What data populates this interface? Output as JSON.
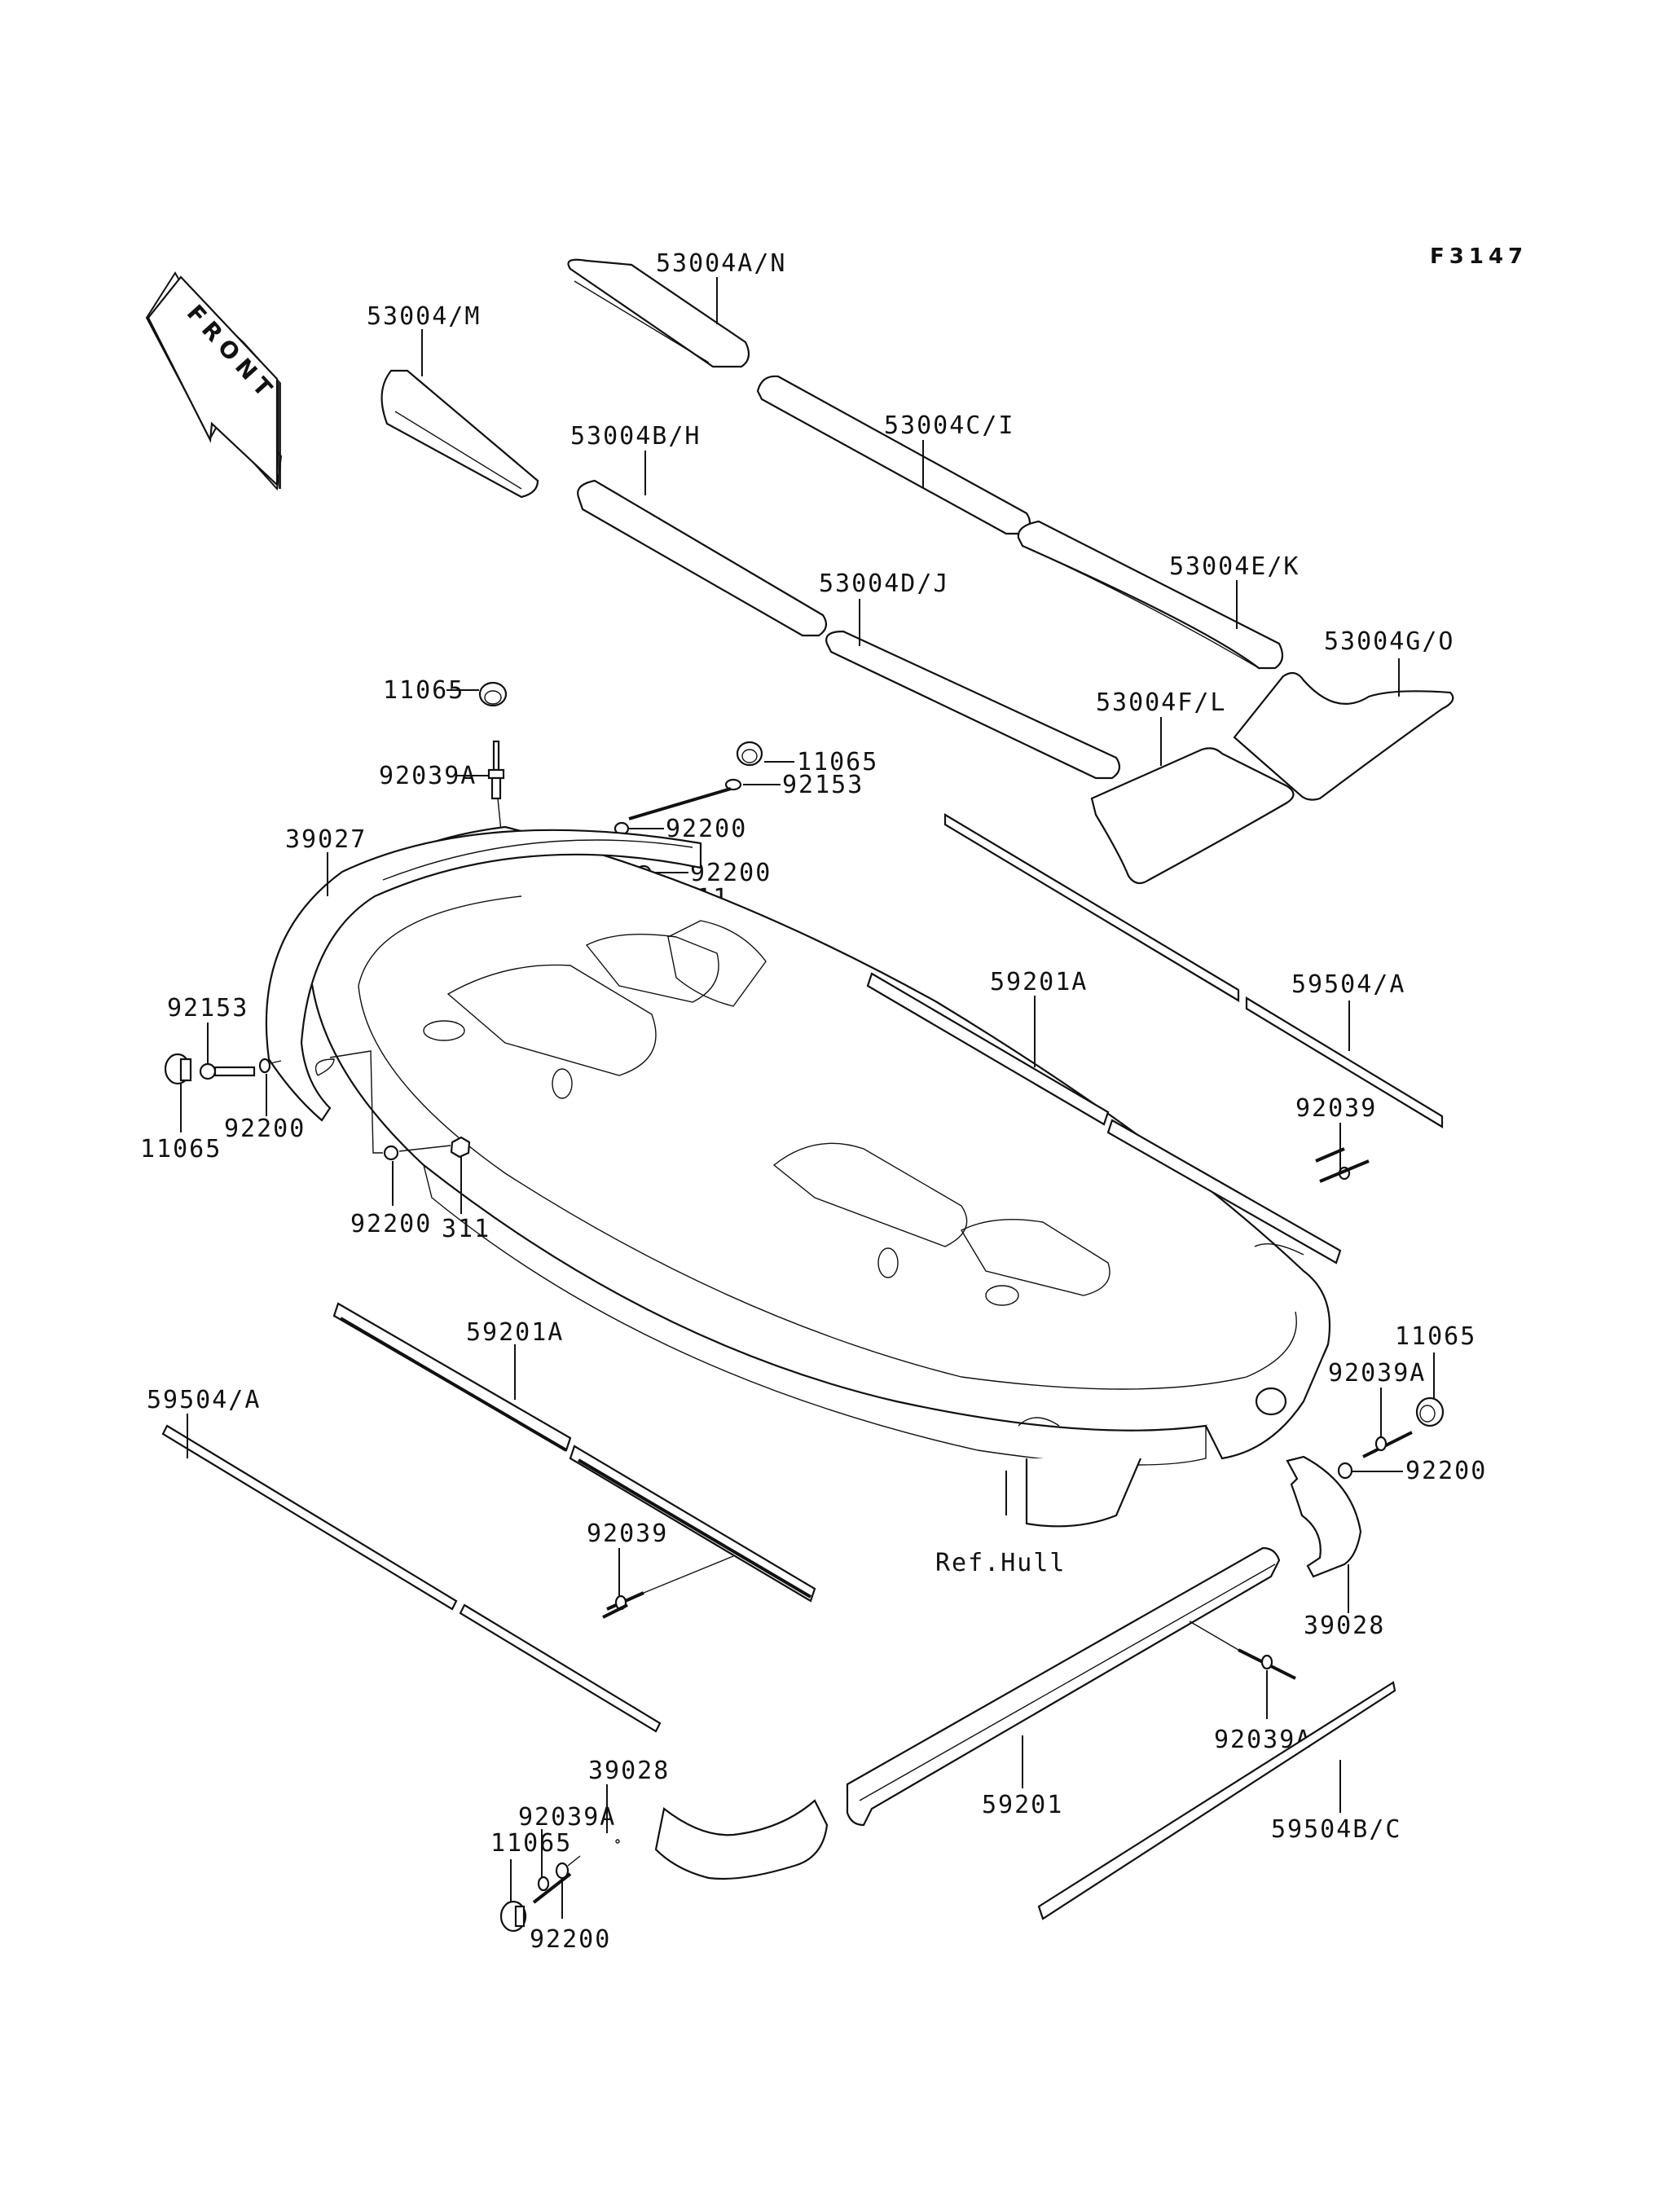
{
  "figure_code": "F3147",
  "front_indicator": "FRONT",
  "reference_note": "Ref.Hull",
  "callouts": {
    "mat_53004_M": "53004/M",
    "mat_53004_A_N": "53004A/N",
    "mat_53004_C_I": "53004C/I",
    "mat_53004_B_H": "53004B/H",
    "mat_53004_E_K": "53004E/K",
    "mat_53004_D_J": "53004D/J",
    "mat_53004_G_O": "53004G/O",
    "mat_53004_F_L": "53004F/L",
    "cap_11065_top": "11065",
    "rivet_92039A_top": "92039A",
    "cap_11065_mid": "11065",
    "screw_92153_mid": "92153",
    "washer_92200_mid1": "92200",
    "washer_92200_mid2": "92200",
    "nut_311_mid": "311",
    "bumper_39027": "39027",
    "screw_92153_left": "92153",
    "cap_11065_left": "11065",
    "washer_92200_left": "92200",
    "washer_92200_lower": "92200",
    "nut_311_lower": "311",
    "rail_59201A_right": "59201A",
    "strip_59504_A_right": "59504/A",
    "rivet_92039_right": "92039",
    "cap_11065_right": "11065",
    "rivet_92039A_right": "92039A",
    "washer_92200_right": "92200",
    "bumper_39028_right": "39028",
    "rail_59201A_left": "59201A",
    "strip_59504_A_left": "59504/A",
    "rivet_92039_left": "92039",
    "rivet_92039A_bottom_right": "92039A",
    "rail_59201": "59201",
    "strip_59504B_C": "59504B/C",
    "bumper_39028_bottom": "39028",
    "rivet_92039A_bottom": "92039A",
    "cap_11065_bottom": "11065",
    "washer_92200_bottom": "92200"
  }
}
